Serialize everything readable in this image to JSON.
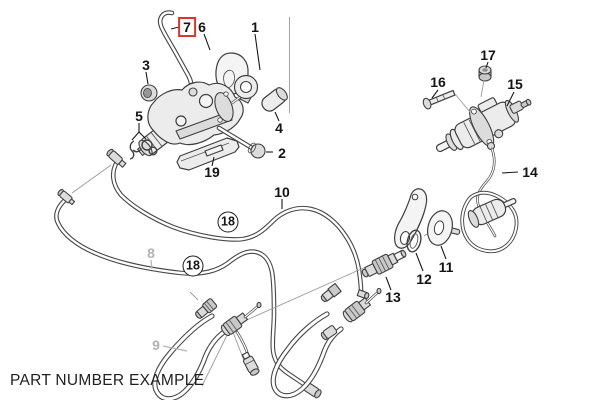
{
  "diagram": {
    "caption": "PART NUMBER EXAMPLE",
    "highlighted_part": "7",
    "colors": {
      "background": "#ffffff",
      "line_art": "#3f3f3f",
      "label_text": "#141414",
      "muted_label_text": "#b2b2b2",
      "highlight_box": "#d9352b"
    },
    "part_labels": [
      {
        "part": "7",
        "text": "7",
        "style": "highlighted"
      },
      {
        "part": "6",
        "text": "6",
        "style": "plain"
      },
      {
        "part": "1",
        "text": "1",
        "style": "plain"
      },
      {
        "part": "3",
        "text": "3",
        "style": "plain"
      },
      {
        "part": "17",
        "text": "17",
        "style": "plain"
      },
      {
        "part": "16",
        "text": "16",
        "style": "plain"
      },
      {
        "part": "15",
        "text": "15",
        "style": "plain"
      },
      {
        "part": "5",
        "text": "5",
        "style": "plain"
      },
      {
        "part": "4",
        "text": "4",
        "style": "plain"
      },
      {
        "part": "2",
        "text": "2",
        "style": "plain"
      },
      {
        "part": "19",
        "text": "19",
        "style": "plain"
      },
      {
        "part": "14",
        "text": "14",
        "style": "plain"
      },
      {
        "part": "10",
        "text": "10",
        "style": "plain"
      },
      {
        "part": "18",
        "text": "18",
        "style": "circled"
      },
      {
        "part": "8",
        "text": "8",
        "style": "muted"
      },
      {
        "part": "18",
        "text": "18",
        "style": "circled"
      },
      {
        "part": "11",
        "text": "11",
        "style": "plain"
      },
      {
        "part": "12",
        "text": "12",
        "style": "plain"
      },
      {
        "part": "13",
        "text": "13",
        "style": "plain"
      },
      {
        "part": "9",
        "text": "9",
        "style": "muted"
      }
    ]
  }
}
